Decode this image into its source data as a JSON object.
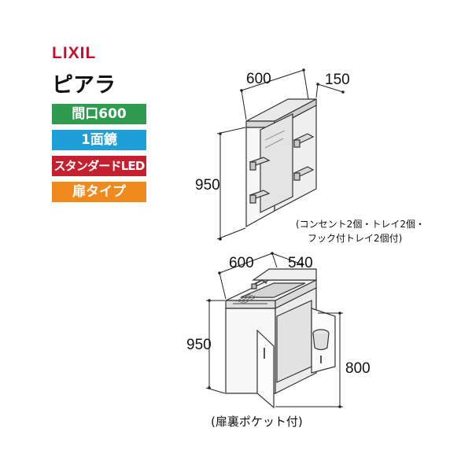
{
  "brand": {
    "logo": "LIXIL",
    "series": "ピアラ"
  },
  "badges": [
    {
      "label": "間口600",
      "color": "#2e9b4f"
    },
    {
      "label": "1面鏡",
      "color": "#1e9fd8"
    },
    {
      "label": "スタンダードLED",
      "color": "#c5202f"
    },
    {
      "label": "扉タイプ",
      "color": "#ef8a1f"
    }
  ],
  "mirror": {
    "width": "600",
    "depth": "150",
    "height": "950",
    "note_line1": "(コンセント2個・トレイ2個・",
    "note_line2": "フック付トレイ2個付)"
  },
  "vanity": {
    "width": "600",
    "depth": "540",
    "height": "950",
    "counter_height": "800",
    "caption": "(扉裏ポケット付)"
  }
}
